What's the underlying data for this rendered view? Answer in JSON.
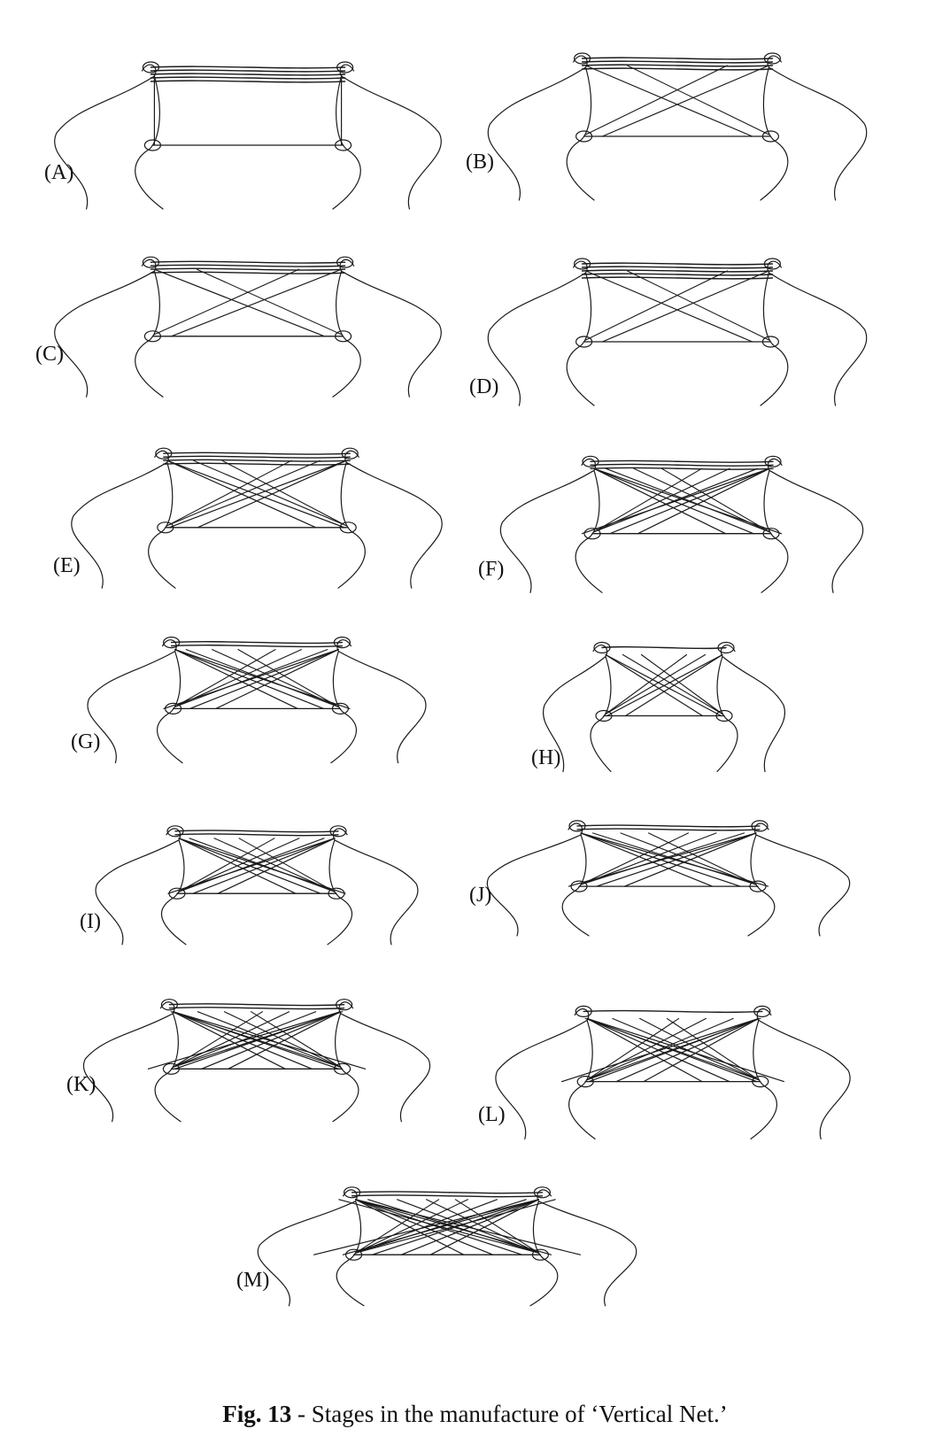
{
  "figure": {
    "panels": [
      {
        "id": "A",
        "label": "(A)",
        "strands": 5,
        "cross": 0,
        "hands": "flat"
      },
      {
        "id": "B",
        "label": "(B)",
        "strands": 4,
        "cross": 1,
        "hands": "flat"
      },
      {
        "id": "C",
        "label": "(C)",
        "strands": 4,
        "cross": 1,
        "hands": "fingers"
      },
      {
        "id": "D",
        "label": "(D)",
        "strands": 5,
        "cross": 1,
        "hands": "fingers"
      },
      {
        "id": "E",
        "label": "(E)",
        "strands": 4,
        "cross": 2,
        "hands": "fingers"
      },
      {
        "id": "F",
        "label": "(F)",
        "strands": 3,
        "cross": 3,
        "hands": "thumbs"
      },
      {
        "id": "G",
        "label": "(G)",
        "strands": 2,
        "cross": 3,
        "hands": "flat"
      },
      {
        "id": "H",
        "label": "(H)",
        "strands": 1,
        "cross": 2,
        "hands": "narrow"
      },
      {
        "id": "I",
        "label": "(I)",
        "strands": 2,
        "cross": 3,
        "hands": "thumbs"
      },
      {
        "id": "J",
        "label": "(J)",
        "strands": 2,
        "cross": 3,
        "hands": "flat"
      },
      {
        "id": "K",
        "label": "(K)",
        "strands": 2,
        "cross": 4,
        "hands": "pinch"
      },
      {
        "id": "L",
        "label": "(L)",
        "strands": 1,
        "cross": 4,
        "hands": "pinch"
      },
      {
        "id": "M",
        "label": "(M)",
        "strands": 2,
        "cross": 5,
        "hands": "thumbs"
      }
    ],
    "caption_bold": "Fig. 13",
    "caption_rest": " - Stages in the manufacture of ‘Vertical Net.’"
  }
}
